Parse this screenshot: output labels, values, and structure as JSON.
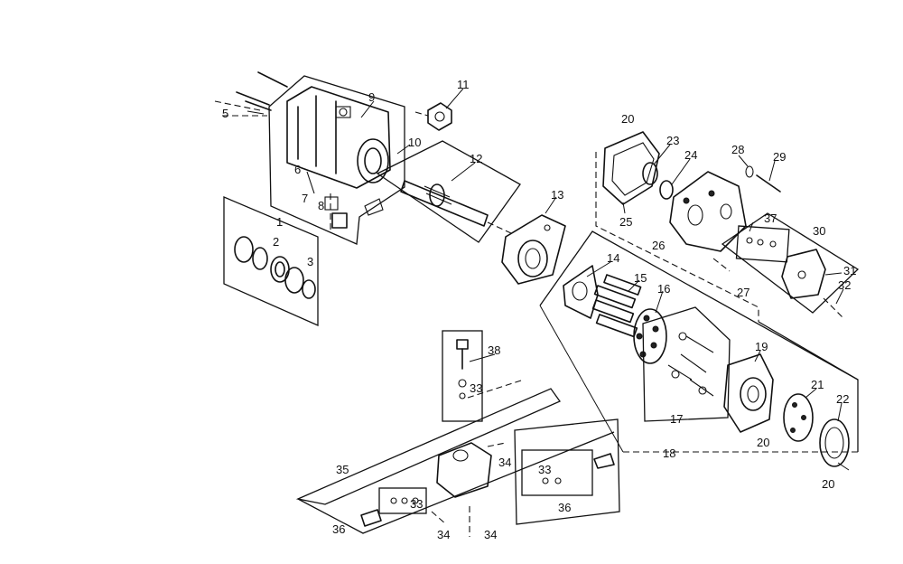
{
  "callouts": [
    "1",
    "2",
    "3",
    "5",
    "6",
    "7",
    "8",
    "9",
    "10",
    "11",
    "12",
    "13",
    "14",
    "15",
    "16",
    "17",
    "18",
    "19",
    "20",
    "20",
    "20",
    "21",
    "22",
    "23",
    "24",
    "25",
    "26",
    "27",
    "28",
    "29",
    "30",
    "31",
    "32",
    "33",
    "33",
    "33",
    "33",
    "34",
    "34",
    "34",
    "35",
    "36",
    "36",
    "37",
    "38"
  ],
  "icons": {
    "assembly": "exploded-hydraulic-pump-assembly"
  }
}
